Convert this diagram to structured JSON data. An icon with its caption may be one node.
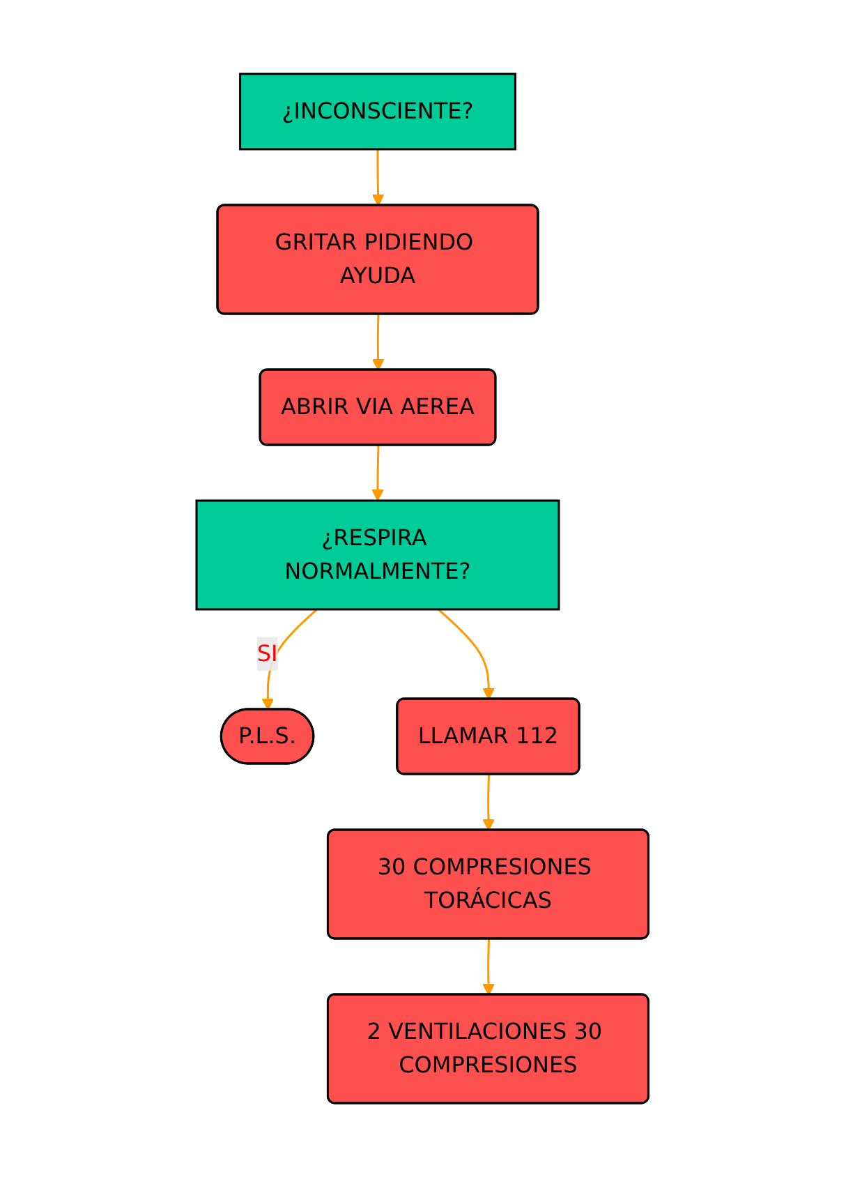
{
  "diagram": {
    "nodes": [
      {
        "text": [
          "¿INCONSCIENTE?"
        ]
      },
      {
        "text": [
          "GRITAR PIDIENDO AYUDA"
        ]
      },
      {
        "text": [
          "ABRIR VIA AEREA"
        ]
      },
      {
        "text": [
          "¿RESPIRA NORMALMENTE?"
        ]
      },
      {
        "text": [
          "P.L.S."
        ]
      },
      {
        "text": [
          "LLAMAR 112"
        ]
      },
      {
        "text": [
          "30 COMPRESIONES TORÁCICAS"
        ]
      },
      {
        "text": [
          "2 VENTILACIONES 30 COMPRESIONES"
        ]
      }
    ],
    "edges": [
      {
        "from": 0,
        "to": 1,
        "arrow": "to"
      },
      {
        "from": 1,
        "to": 2,
        "arrow": "to"
      },
      {
        "from": 2,
        "to": 3,
        "arrow": "to"
      },
      {
        "from": 3,
        "to": 4,
        "arrow": "to",
        "label": "SI"
      },
      {
        "from": 3,
        "to": 5,
        "arrow": "to"
      },
      {
        "from": 5,
        "to": 6,
        "arrow": "to"
      },
      {
        "from": 6,
        "to": 7,
        "arrow": "to"
      }
    ]
  }
}
